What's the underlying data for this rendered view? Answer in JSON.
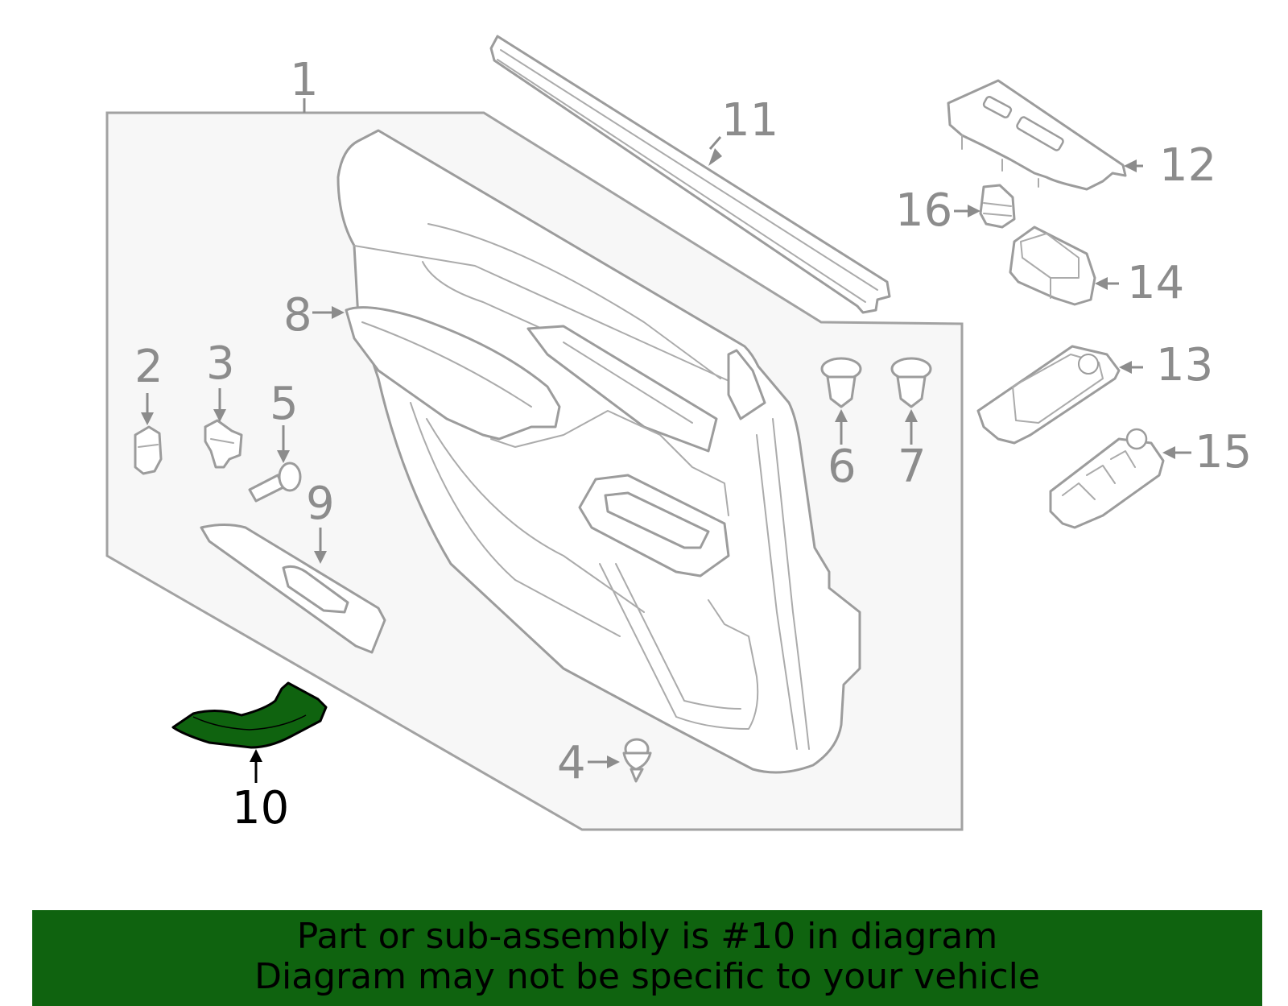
{
  "diagram": {
    "highlighted_part": "10",
    "highlight_color": "#0f630f",
    "line_color": "#9c9c9c",
    "callouts": {
      "c1": "1",
      "c2": "2",
      "c3": "3",
      "c4": "4",
      "c5": "5",
      "c6": "6",
      "c7": "7",
      "c8": "8",
      "c9": "9",
      "c10": "10",
      "c11": "11",
      "c12": "12",
      "c13": "13",
      "c14": "14",
      "c15": "15",
      "c16": "16"
    }
  },
  "banner": {
    "line1": "Part or sub-assembly is #10 in diagram",
    "line2": "Diagram may not be specific to your vehicle",
    "background": "#0f630f"
  }
}
